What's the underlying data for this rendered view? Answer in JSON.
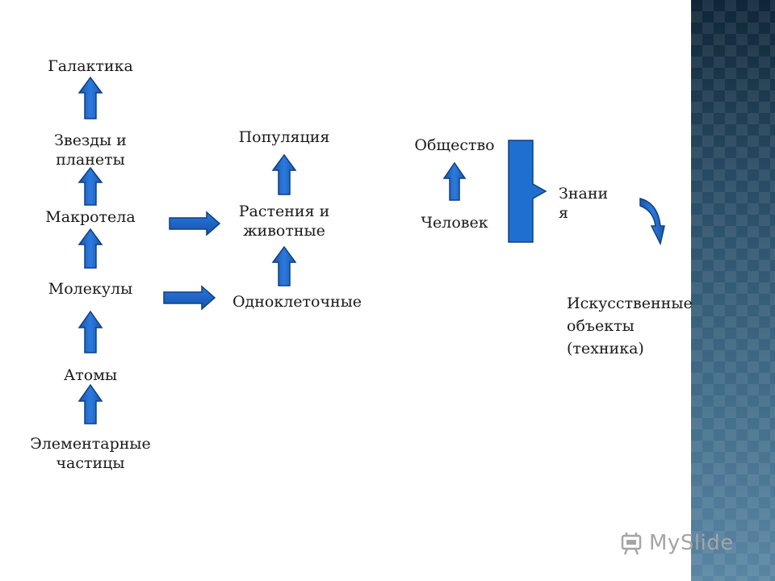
{
  "nodes": {
    "galaxy": "Галактика",
    "stars": "Звезды и планеты",
    "macrobodies": "Макротела",
    "molecules": "Молекулы",
    "atoms": "Атомы",
    "particles": "Элементарные частицы",
    "population": "Популяция",
    "plants": "Растения и животные",
    "unicellular": "Одноклеточные",
    "society": "Общество",
    "human": "Человек",
    "knowledge": "Знани я",
    "artifacts": "Искусственные объекты (техника)"
  },
  "logo": {
    "text": "MySlide",
    "icon": "presentation-board-icon"
  },
  "colors": {
    "arrow_fill": "#1f65c4",
    "arrow_stroke": "#0f3f82",
    "bracket_fill": "#1f6fd0",
    "text": "#1a1a1a",
    "logo_text": "#a5a5a5"
  }
}
